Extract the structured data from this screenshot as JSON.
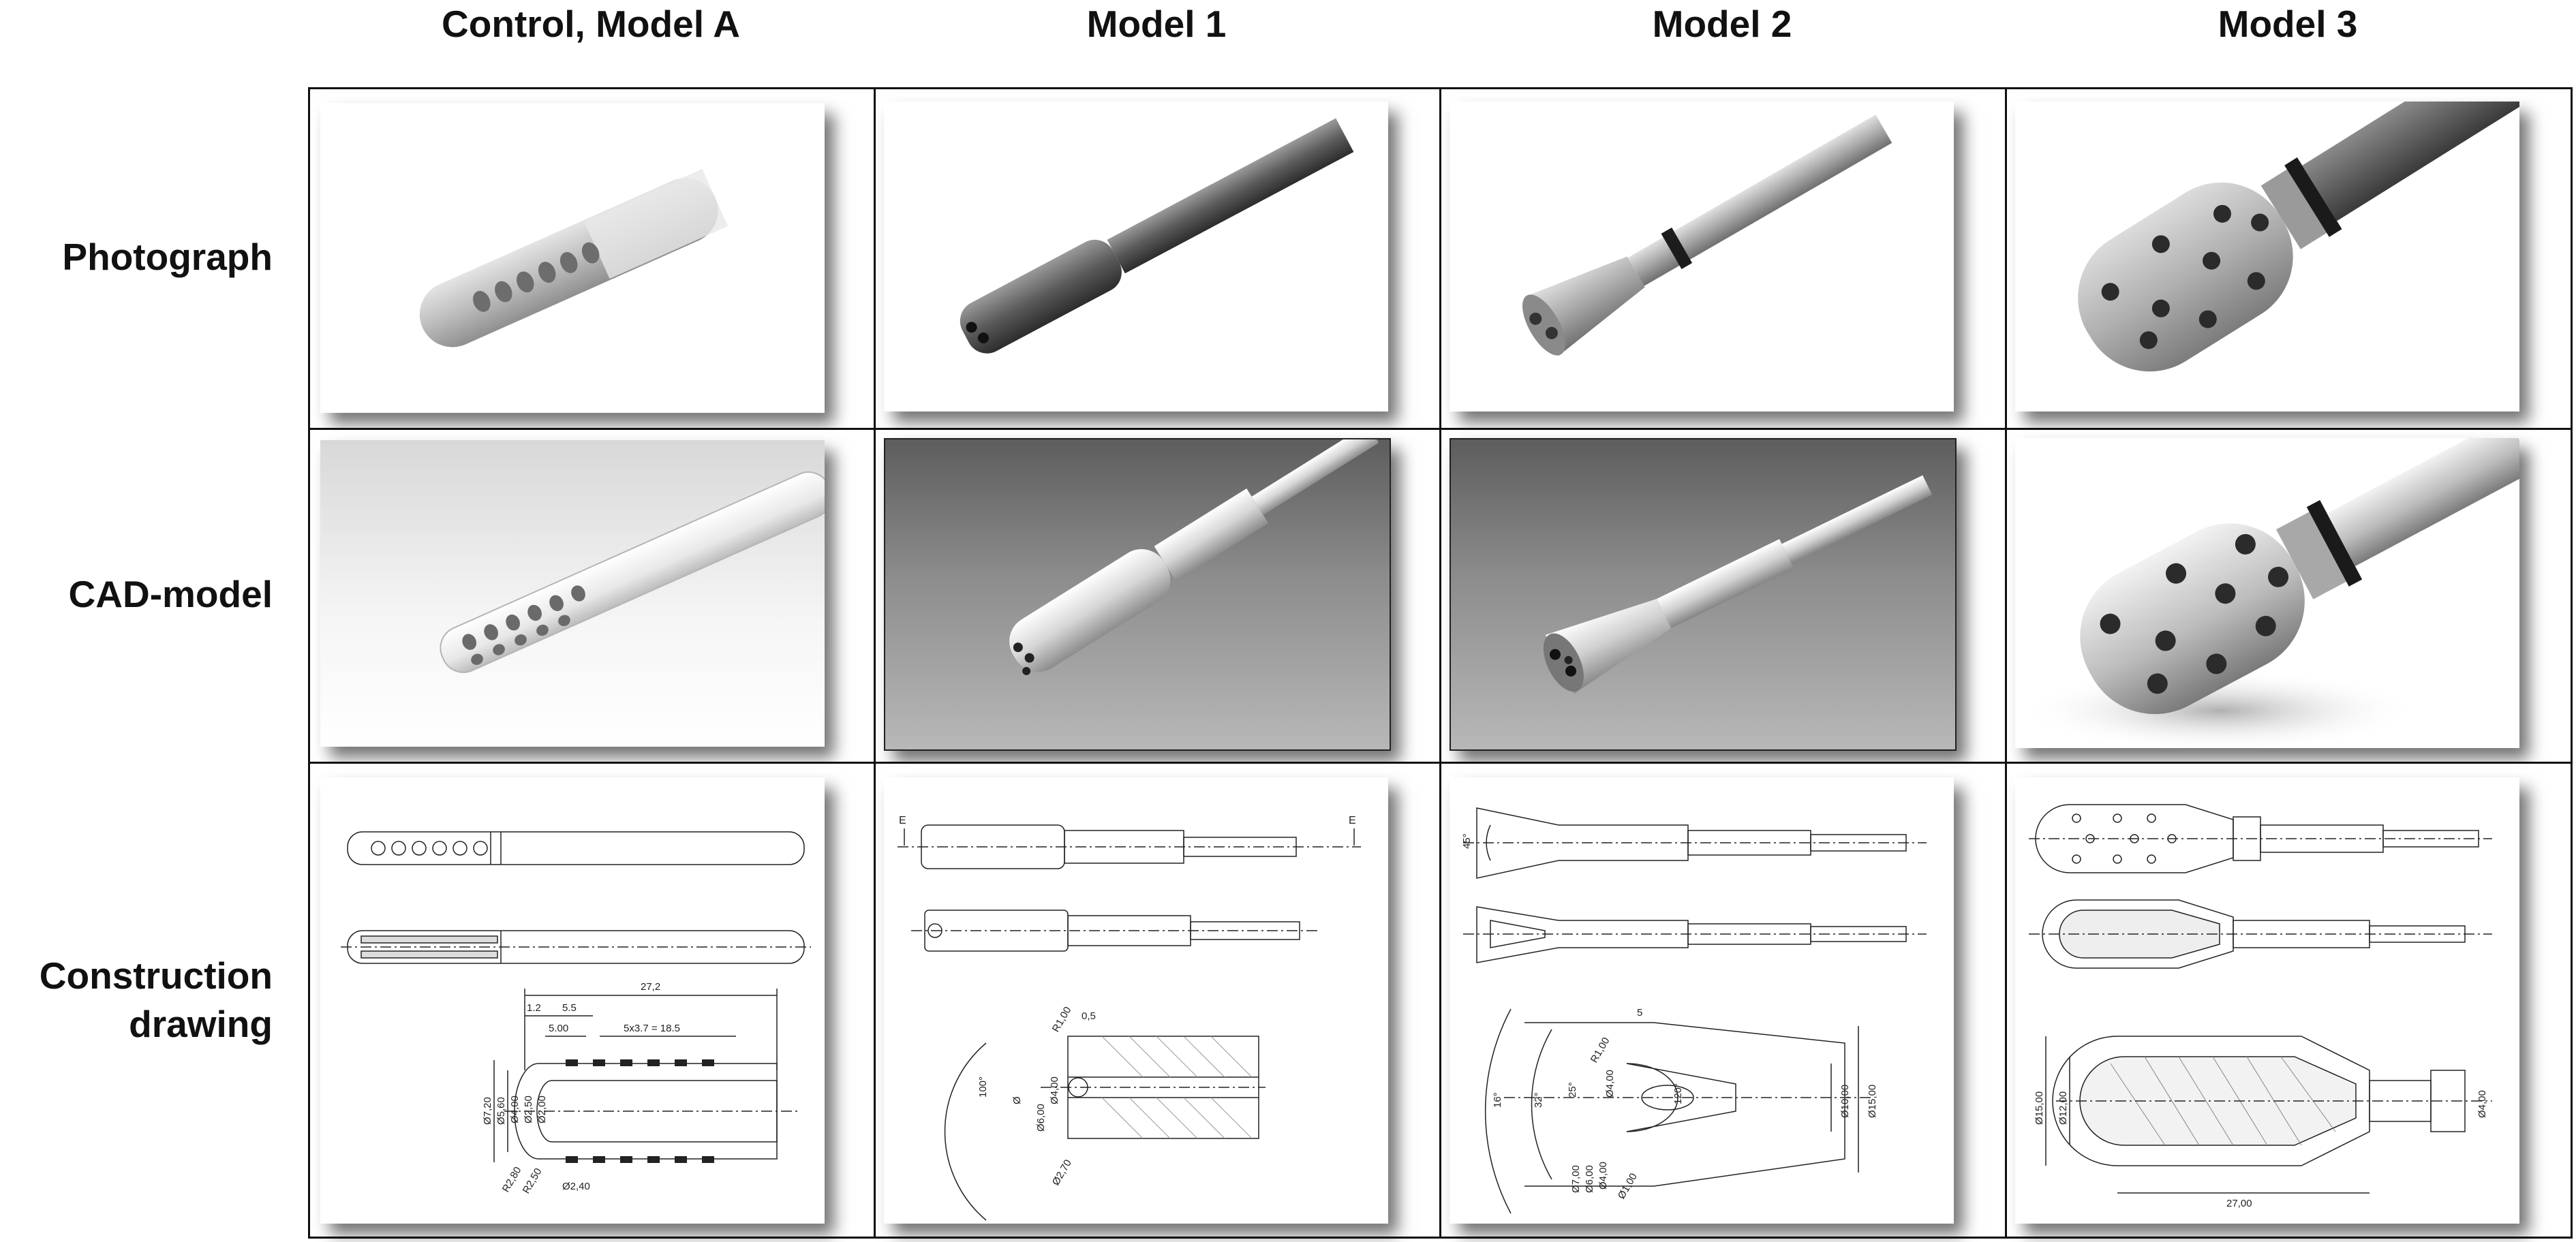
{
  "columns": [
    "Control, Model A",
    "Model 1",
    "Model 2",
    "Model 3"
  ],
  "rows": [
    "Photograph",
    "CAD-model",
    "Construction\ndrawing"
  ],
  "drawings": {
    "control_a": {
      "dim_total": "27,2",
      "dim_12": "1.2",
      "dim_55": "5.5",
      "dim_500": "5.00",
      "dim_holes": "5x3.7 = 18.5",
      "d_720": "Ø7,20",
      "d_560": "Ø5,60",
      "d_400": "Ø4,00",
      "d_250": "Ø2,50",
      "d_200": "Ø2,00",
      "d_240": "Ø2,40",
      "r_280": "R2,80",
      "r_250": "R2,50"
    },
    "model1": {
      "mark_e1": "E",
      "mark_e2": "E",
      "r_100": "R1,00",
      "d_05": "0,5",
      "ang_100": "100°",
      "diam": "Ø",
      "d_400": "Ø4,00",
      "d_600": "Ø6,00",
      "d_270": "Ø2,70"
    },
    "model2": {
      "ang_45": "45°",
      "dim_5": "5",
      "ang_16": "16°",
      "ang_32": "32°",
      "ang_25": "25°",
      "r_100": "R1,00",
      "d_400": "Ø4,00",
      "ang_120": "120°",
      "d_1500": "Ø15,00",
      "d_1000": "Ø10,00",
      "d_700": "Ø7,00",
      "d_600": "Ø6,00",
      "d_400b": "Ø4,00",
      "d_100": "Ø1,00"
    },
    "model3": {
      "d_1500": "Ø15,00",
      "d_1200": "Ø12,00",
      "d_400": "Ø4,00",
      "dim_27": "27,00"
    }
  }
}
